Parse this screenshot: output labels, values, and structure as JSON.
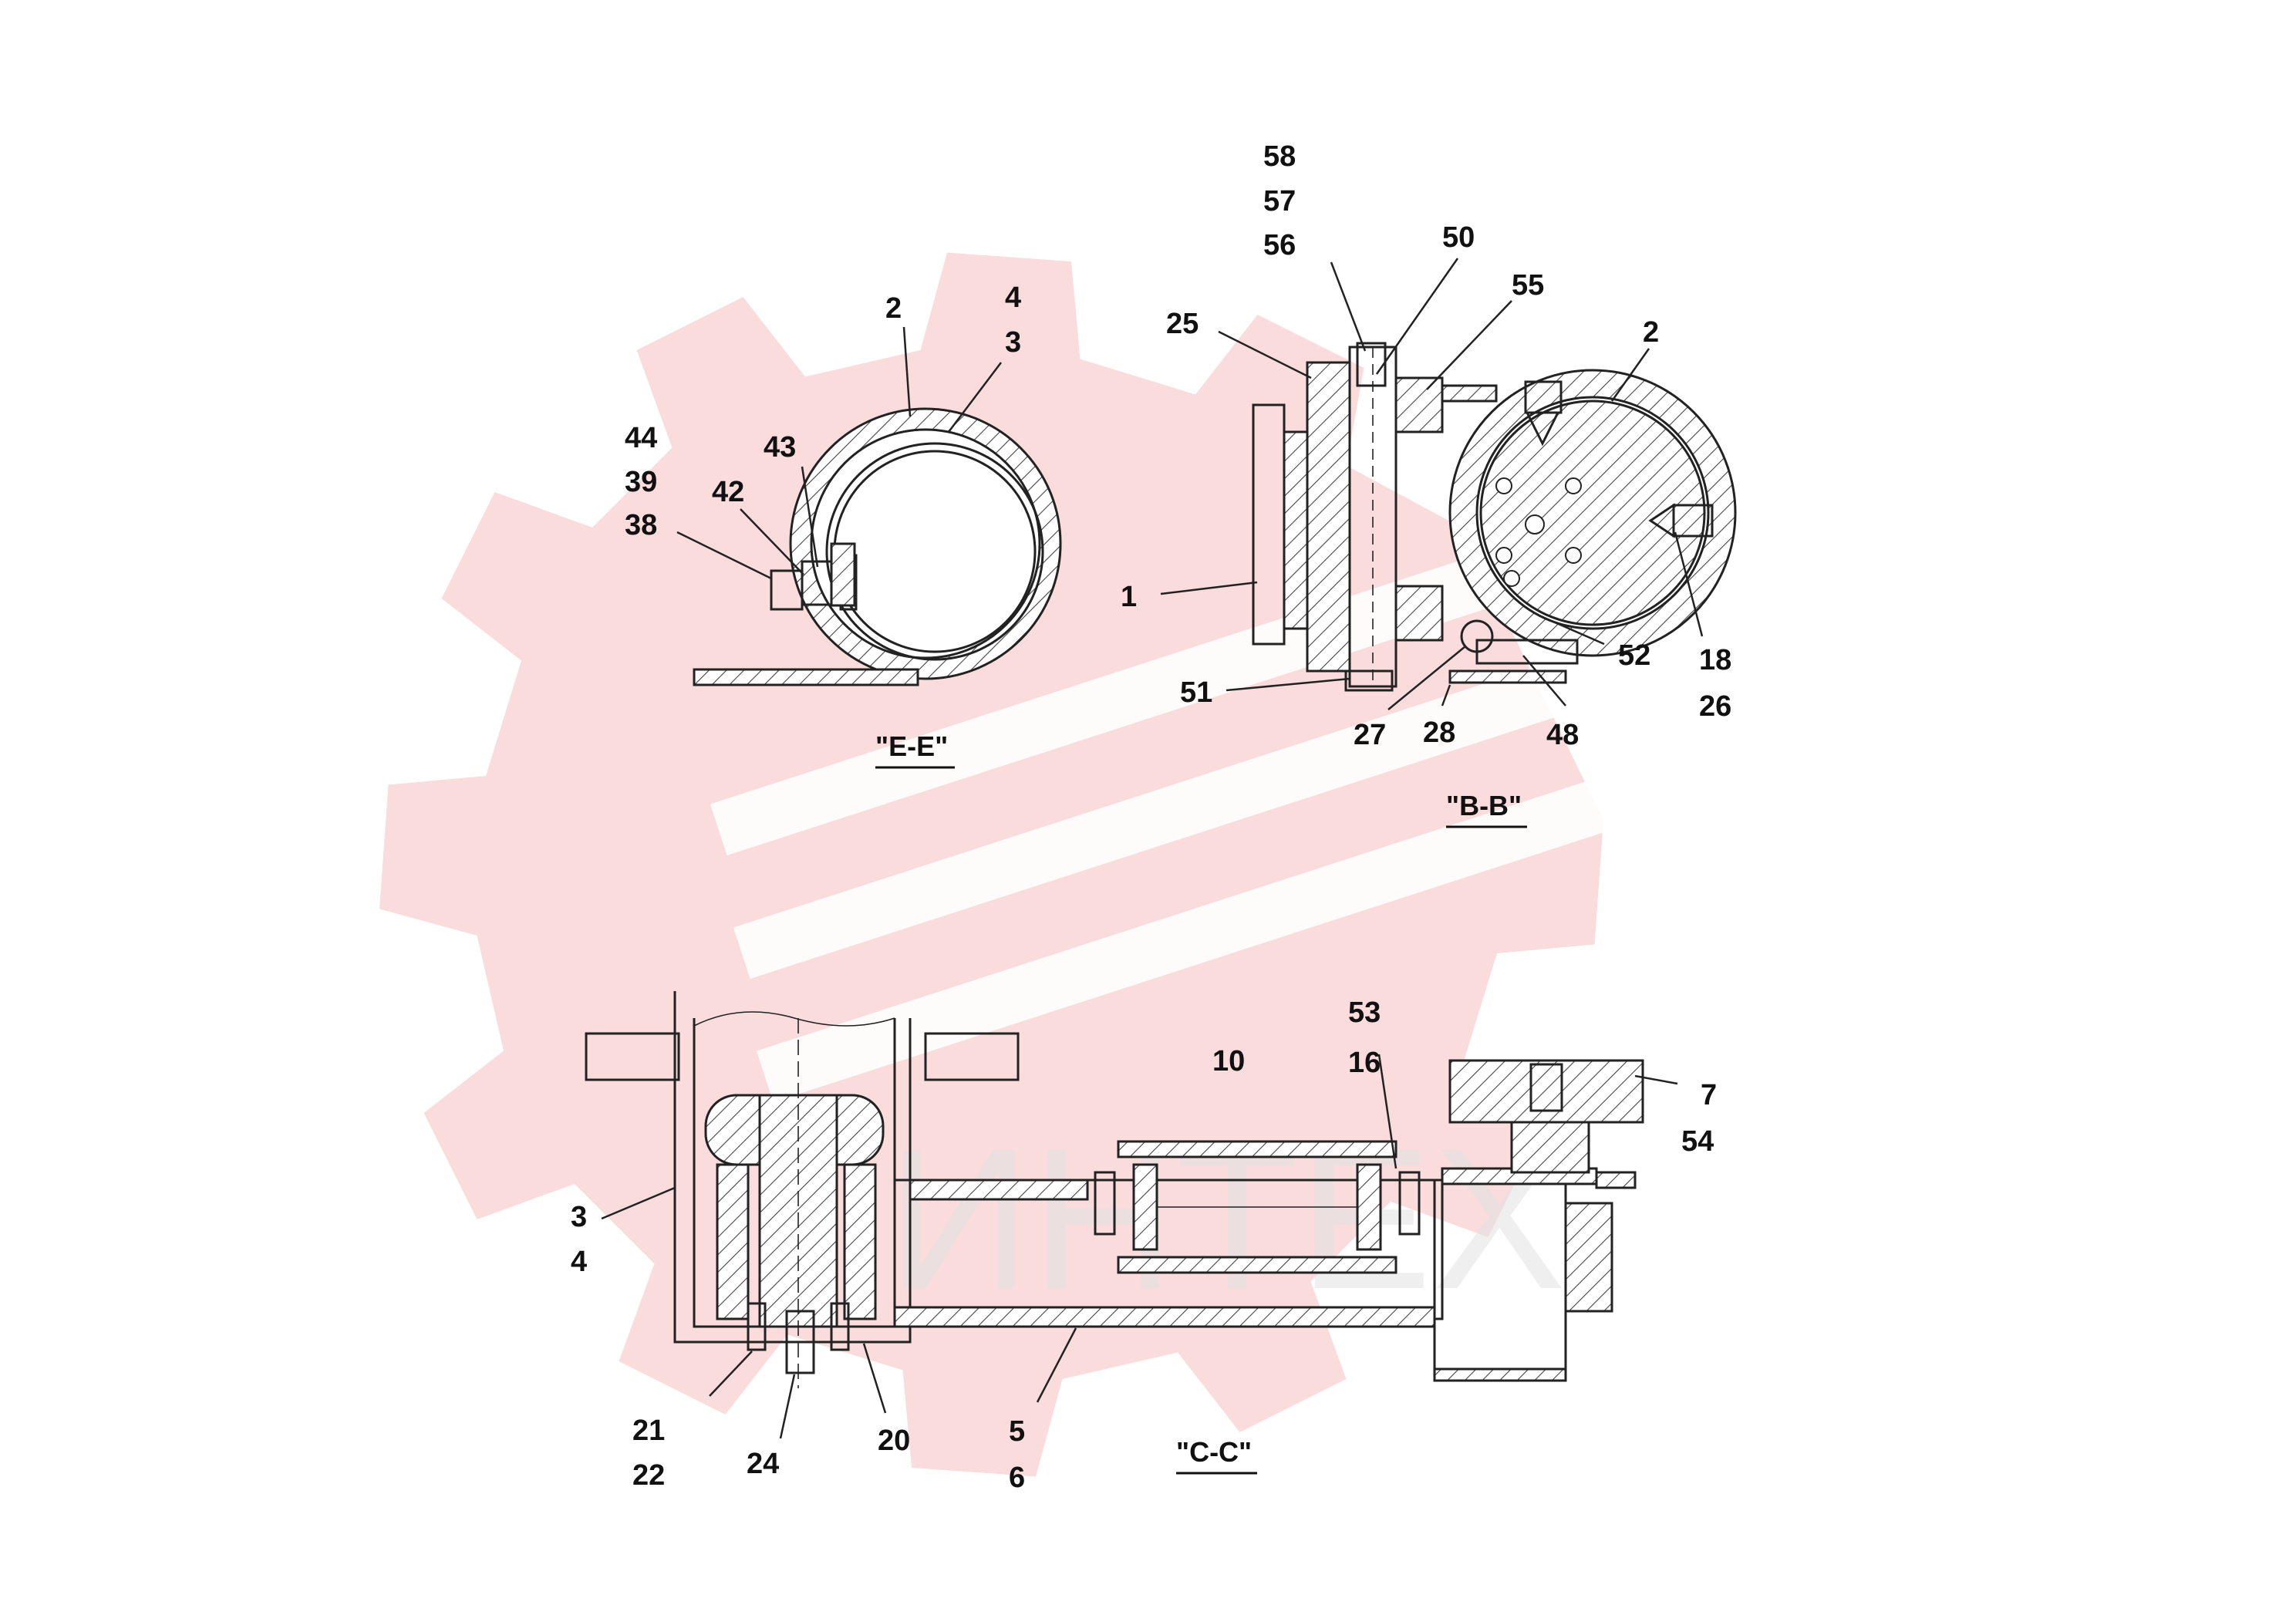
{
  "watermark": {
    "text": "ИНТЕХ",
    "color": "#f7c5c5"
  },
  "sections": {
    "ee": {
      "title": "\"E-E\""
    },
    "bb": {
      "title": "\"B-B\""
    },
    "cc": {
      "title": "\"C-C\""
    }
  },
  "labels": {
    "ee": [
      "2",
      "4",
      "3",
      "44",
      "39",
      "38",
      "42",
      "43"
    ],
    "bb": [
      "58",
      "57",
      "56",
      "50",
      "55",
      "25",
      "2",
      "1",
      "52",
      "18",
      "26",
      "51",
      "27",
      "28",
      "48"
    ],
    "cc": [
      "53",
      "16",
      "10",
      "7",
      "54",
      "3",
      "4",
      "21",
      "22",
      "24",
      "20",
      "5",
      "6"
    ]
  }
}
